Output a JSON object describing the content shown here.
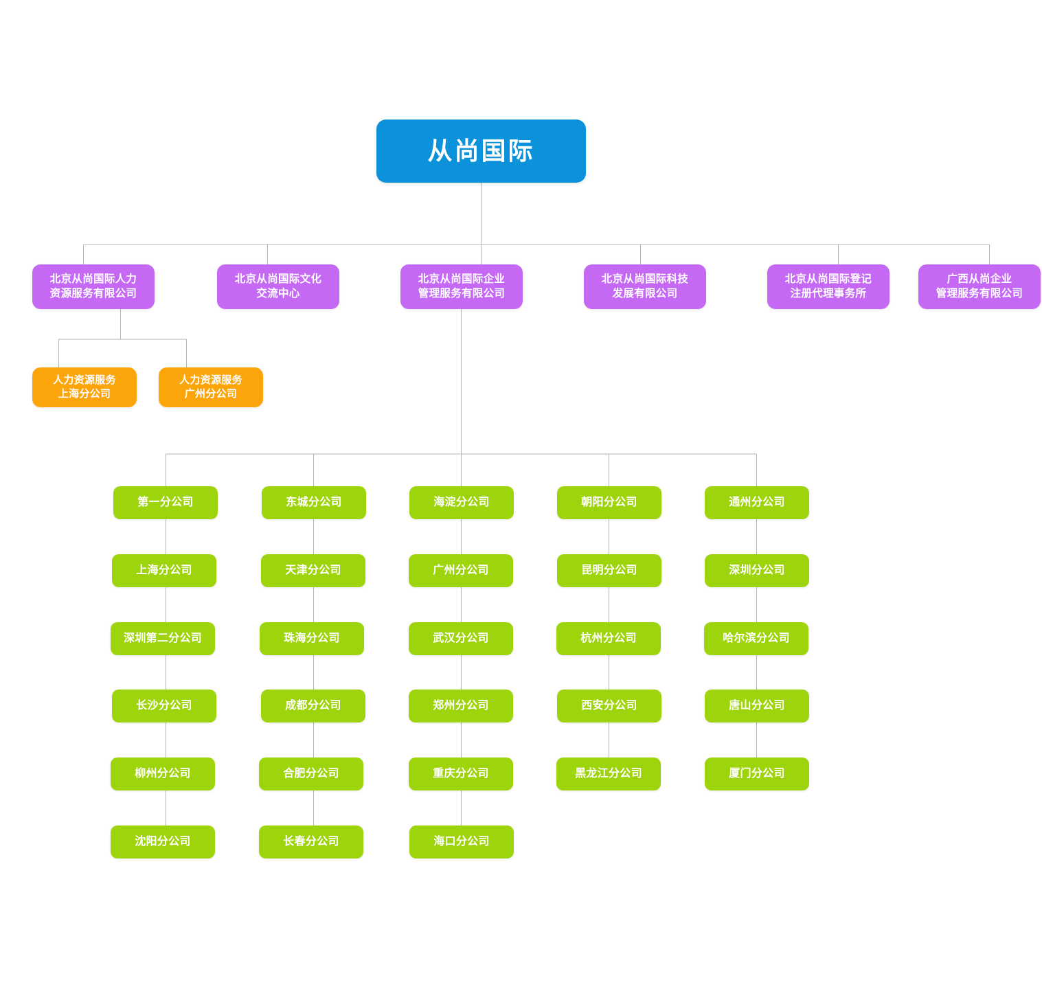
{
  "theme": {
    "background": "#ffffff",
    "line_color": "#b5b5b5",
    "root_color": "#0b92db",
    "division_color": "#c569f5",
    "hr_branch_color": "#fca50b",
    "branch_color": "#9ed40c",
    "text_color": "#ffffff"
  },
  "root": {
    "label": "从尚国际"
  },
  "divisions": [
    {
      "label": "北京从尚国际人力\n资源服务有限公司"
    },
    {
      "label": "北京从尚国际文化\n交流中心"
    },
    {
      "label": "北京从尚国际企业\n管理服务有限公司"
    },
    {
      "label": "北京从尚国际科技\n发展有限公司"
    },
    {
      "label": "北京从尚国际登记\n注册代理事务所"
    },
    {
      "label": "广西从尚企业\n管理服务有限公司"
    }
  ],
  "hr_branches": [
    {
      "label": "人力资源服务\n上海分公司"
    },
    {
      "label": "人力资源服务\n广州分公司"
    }
  ],
  "branch_columns": [
    {
      "column_name": "column-1",
      "items": [
        {
          "label": "第一分公司"
        },
        {
          "label": "上海分公司"
        },
        {
          "label": "深圳第二分公司"
        },
        {
          "label": "长沙分公司"
        },
        {
          "label": "柳州分公司"
        },
        {
          "label": "沈阳分公司"
        }
      ]
    },
    {
      "column_name": "column-2",
      "items": [
        {
          "label": "东城分公司"
        },
        {
          "label": "天津分公司"
        },
        {
          "label": "珠海分公司"
        },
        {
          "label": "成都分公司"
        },
        {
          "label": "合肥分公司"
        },
        {
          "label": "长春分公司"
        }
      ]
    },
    {
      "column_name": "column-3",
      "items": [
        {
          "label": "海淀分公司"
        },
        {
          "label": "广州分公司"
        },
        {
          "label": "武汉分公司"
        },
        {
          "label": "郑州分公司"
        },
        {
          "label": "重庆分公司"
        },
        {
          "label": "海口分公司"
        }
      ]
    },
    {
      "column_name": "column-4",
      "items": [
        {
          "label": "朝阳分公司"
        },
        {
          "label": "昆明分公司"
        },
        {
          "label": "杭州分公司"
        },
        {
          "label": "西安分公司"
        },
        {
          "label": "黑龙江分公司"
        }
      ]
    },
    {
      "column_name": "column-5",
      "items": [
        {
          "label": "通州分公司"
        },
        {
          "label": "深圳分公司"
        },
        {
          "label": "哈尔滨分公司"
        },
        {
          "label": "唐山分公司"
        },
        {
          "label": "厦门分公司"
        }
      ]
    }
  ]
}
